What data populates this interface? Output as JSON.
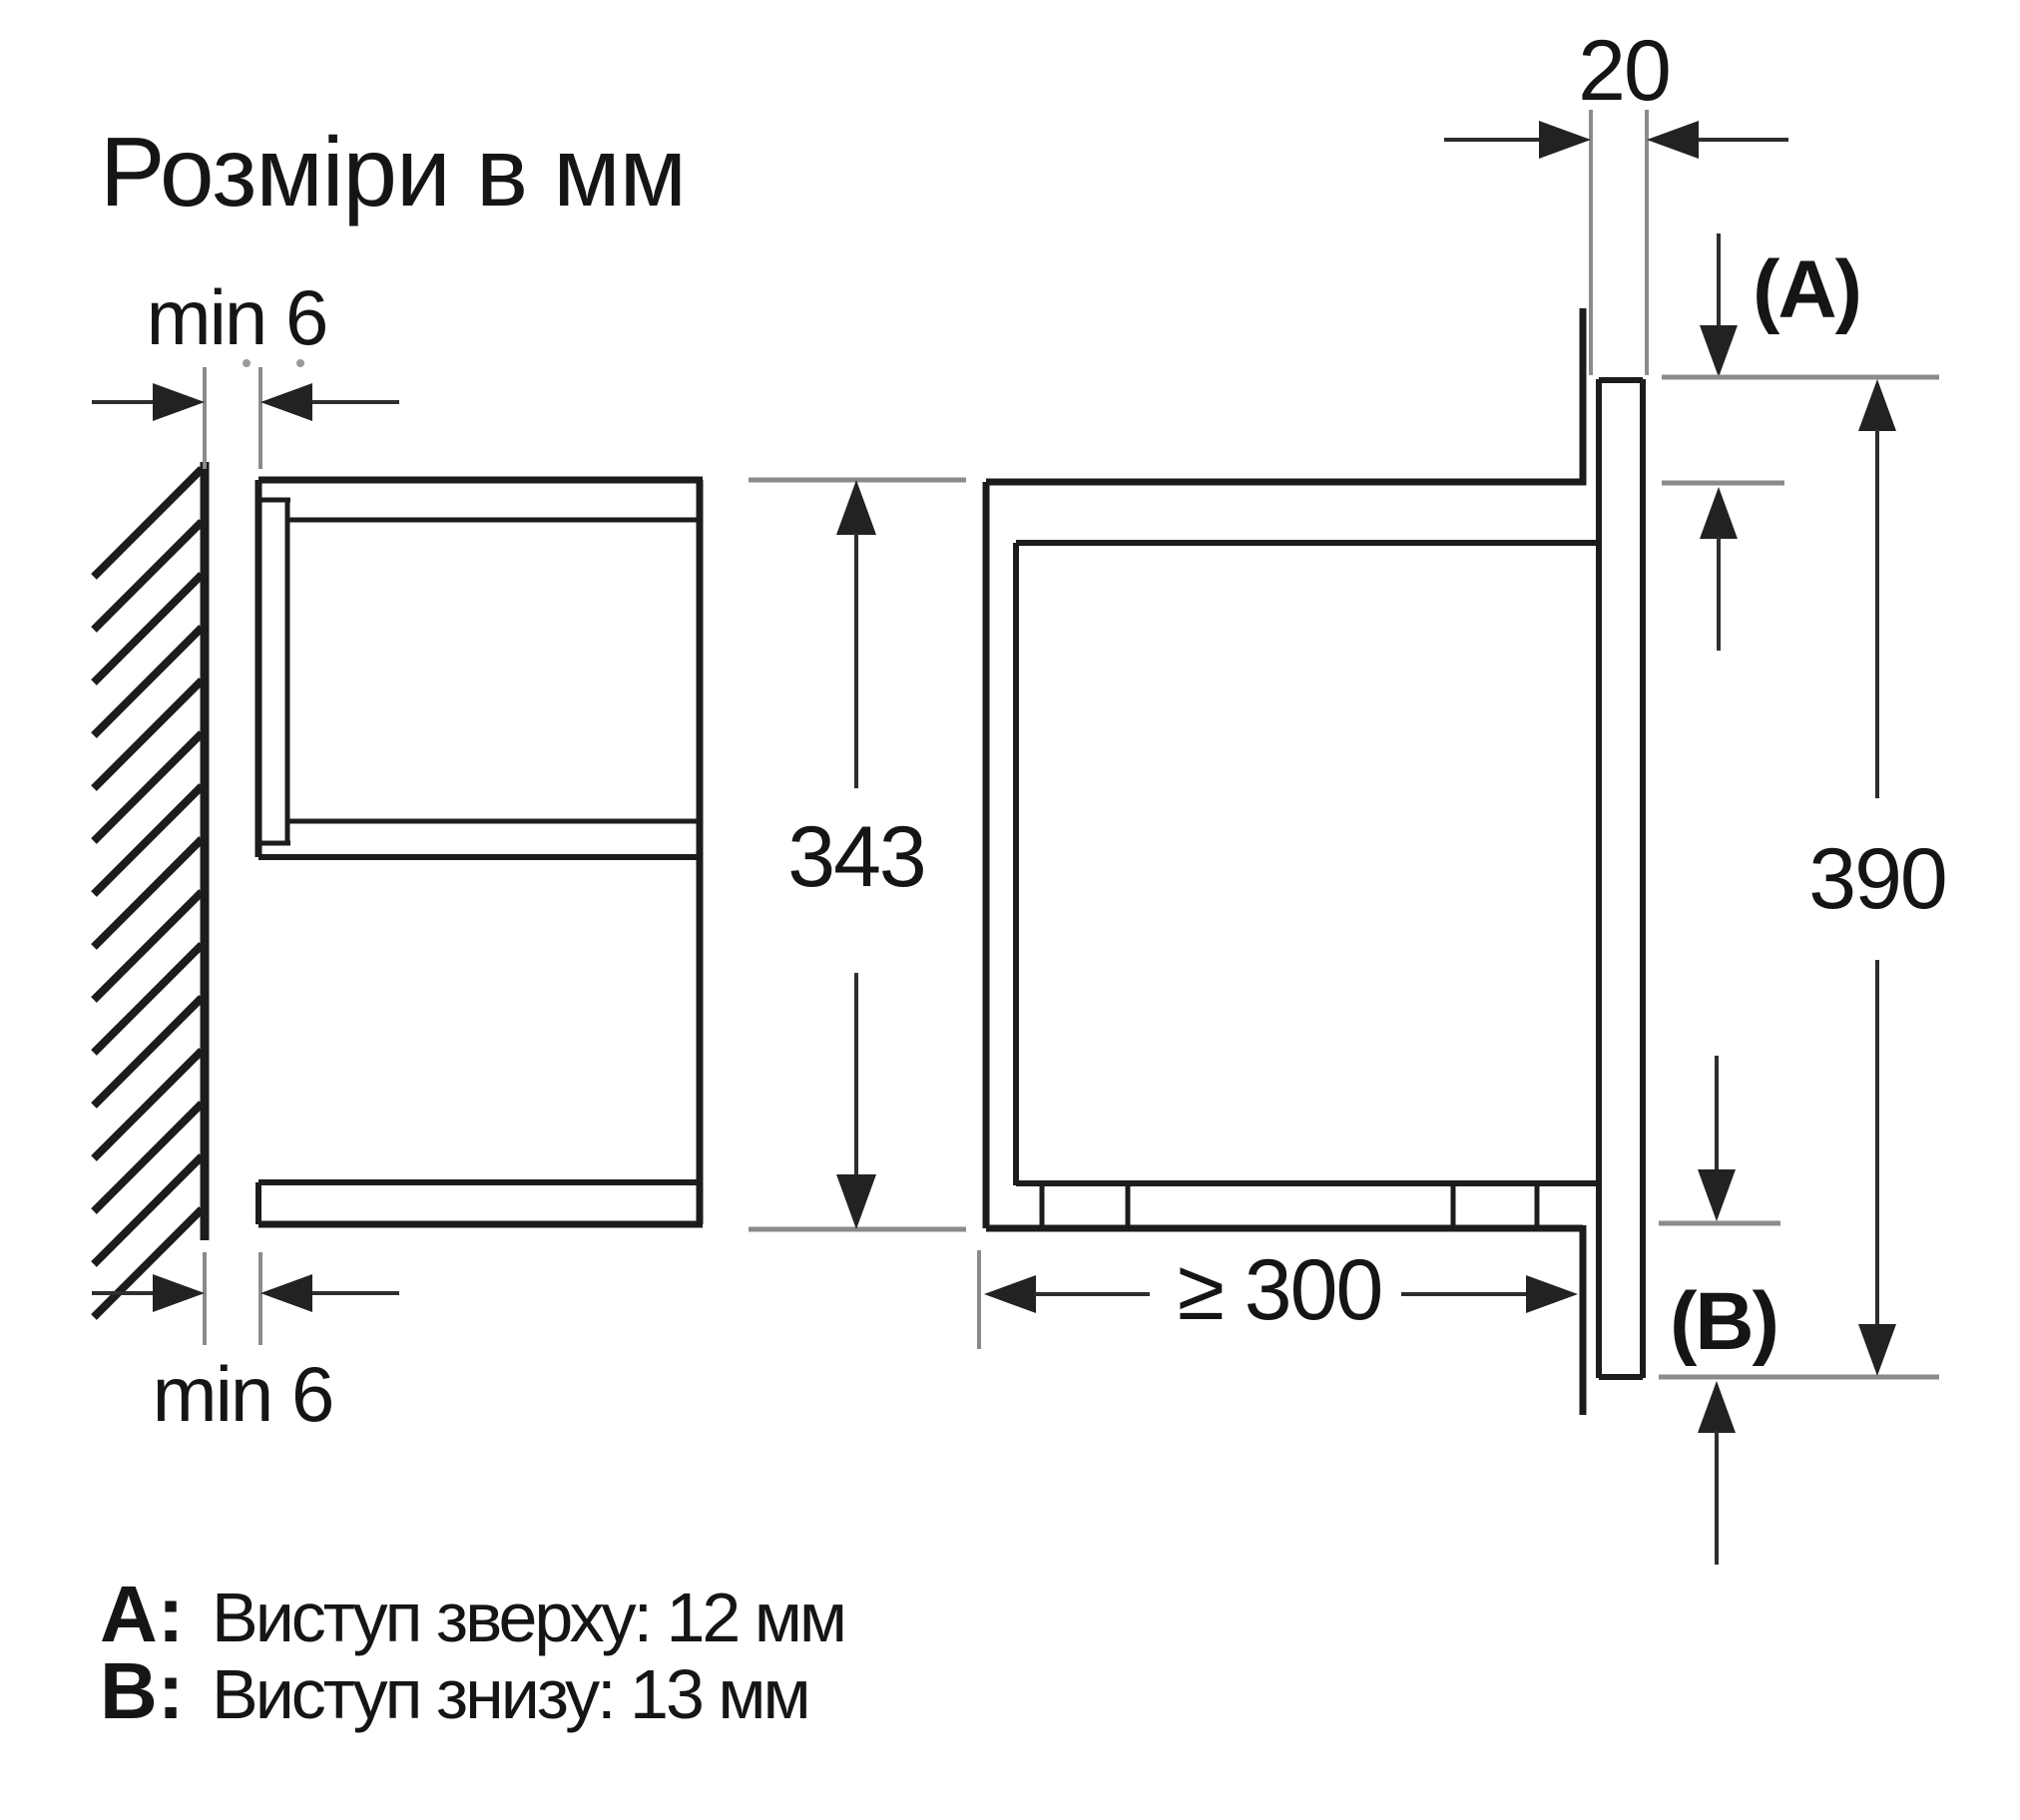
{
  "title": "Розміри в мм",
  "left_figure": {
    "gap_top_label": "min 6",
    "gap_bottom_label": "min 6",
    "height_label": "343"
  },
  "right_figure": {
    "frame_width_label": "20",
    "top_protrusion_label": "(A)",
    "bottom_protrusion_label": "(B)",
    "frame_height_label": "390",
    "depth_label": "≥ 300"
  },
  "legend": [
    {
      "key": "A:",
      "text": "Виступ зверху: 12 мм"
    },
    {
      "key": "B:",
      "text": "Виступ знизу: 13 мм"
    }
  ],
  "colors": {
    "outline": "#1c1c1c",
    "dimension": "#2e2e2e",
    "extension": "#8b8b8b",
    "background": "#ffffff"
  }
}
